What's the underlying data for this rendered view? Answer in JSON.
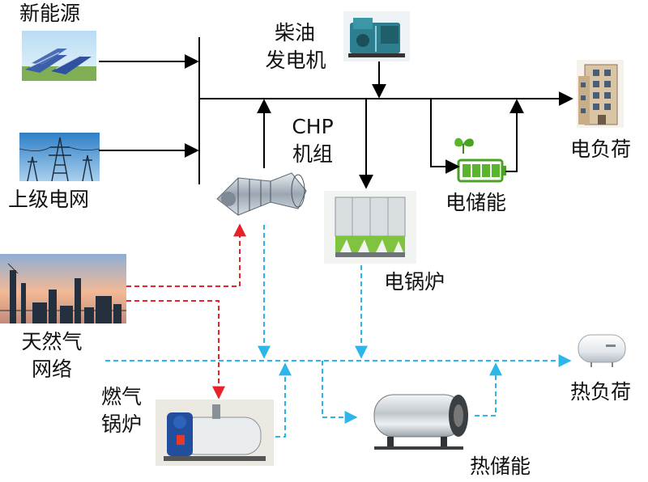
{
  "labels": {
    "new_energy": "新能源",
    "upper_grid": "上级电网",
    "diesel_generator_line1": "柴油",
    "diesel_generator_line2": "发电机",
    "chp_line1": "CHP",
    "chp_line2": "机组",
    "electric_load": "电负荷",
    "electric_storage": "电储能",
    "electric_boiler": "电锅炉",
    "natural_gas_network_line1": "天然气",
    "natural_gas_network_line2": "网络",
    "gas_boiler_line1": "燃气",
    "gas_boiler_line2": "锅炉",
    "thermal_storage": "热储能",
    "heat_load": "热负荷"
  },
  "colors": {
    "electric_line": "#000000",
    "gas_line": "#e8222a",
    "heat_line": "#2eb6e8"
  },
  "icons": {
    "new_energy": "solar-panel-icon",
    "upper_grid": "transmission-tower-icon",
    "diesel_generator": "diesel-generator-icon",
    "chp_unit": "gas-turbine-icon",
    "electric_load": "building-icon",
    "electric_storage": "battery-icon",
    "electric_boiler": "electric-boiler-icon",
    "natural_gas_network": "gas-plant-icon",
    "gas_boiler": "gas-boiler-icon",
    "thermal_storage": "thermal-tank-icon",
    "heat_load": "water-heater-icon"
  }
}
